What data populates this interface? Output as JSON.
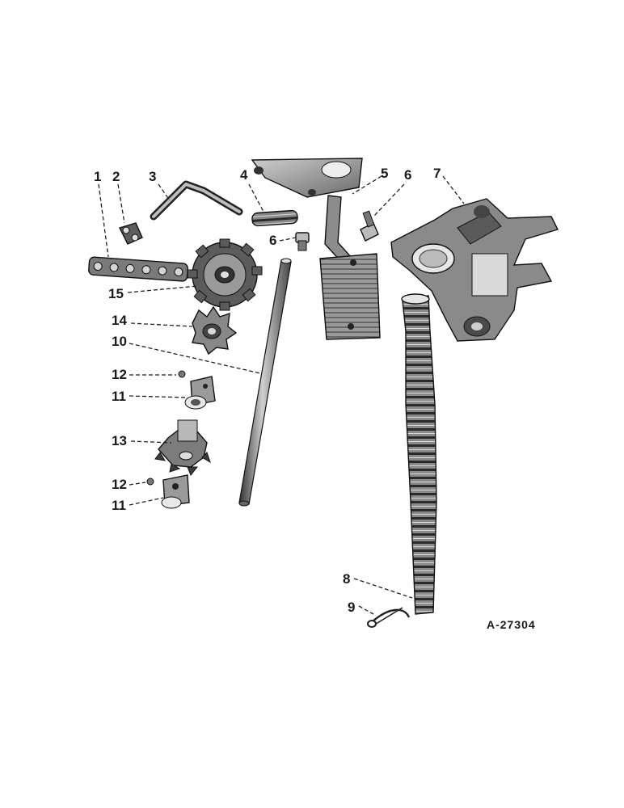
{
  "figure": {
    "reference_number": "A-27304",
    "callouts": {
      "c1": "1",
      "c2": "2",
      "c3": "3",
      "c4": "4",
      "c5": "5",
      "c6a": "6",
      "c6b": "6",
      "c7": "7",
      "c8": "8",
      "c9": "9",
      "c10": "10",
      "c11a": "11",
      "c11b": "11",
      "c12a": "12",
      "c12b": "12",
      "c13": "13",
      "c14": "14",
      "c15": "15"
    }
  }
}
